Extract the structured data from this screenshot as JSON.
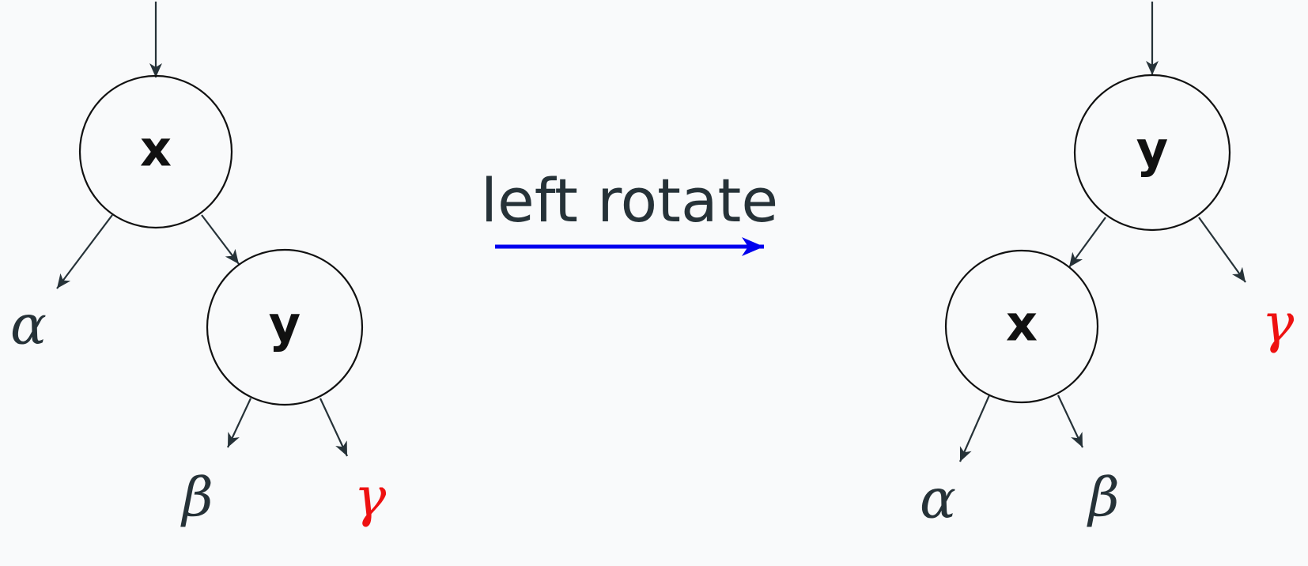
{
  "diagram": {
    "operation_label": "left rotate",
    "colors": {
      "ink": "#263238",
      "node_stroke": "#111111",
      "arrow": "#0000ee",
      "gamma": "#ee1111"
    },
    "before": {
      "nodes": [
        {
          "id": "x",
          "label": "x"
        },
        {
          "id": "y",
          "label": "y"
        }
      ],
      "subtrees": [
        {
          "id": "alpha",
          "label": "α"
        },
        {
          "id": "beta",
          "label": "β"
        },
        {
          "id": "gamma",
          "label": "γ",
          "highlighted": true
        }
      ]
    },
    "after": {
      "nodes": [
        {
          "id": "y",
          "label": "y"
        },
        {
          "id": "x",
          "label": "x"
        }
      ],
      "subtrees": [
        {
          "id": "alpha",
          "label": "α"
        },
        {
          "id": "beta",
          "label": "β"
        },
        {
          "id": "gamma",
          "label": "γ",
          "highlighted": true
        }
      ]
    }
  }
}
